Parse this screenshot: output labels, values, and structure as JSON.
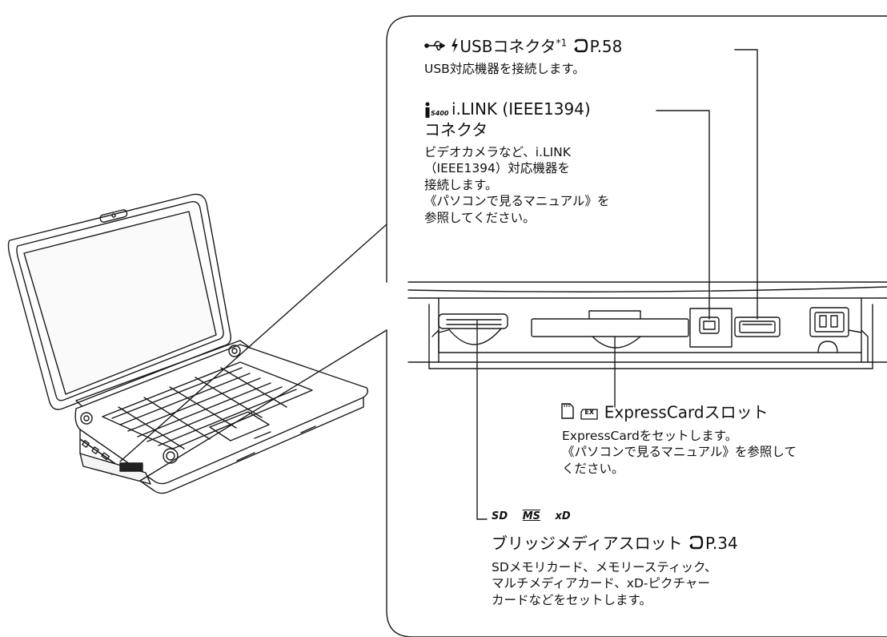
{
  "usb": {
    "title": "USBコネクタ",
    "footnote": "*1",
    "ref": "P.58",
    "description": "USB対応機器を接続します。"
  },
  "ilink": {
    "icon_text": "S400",
    "title_line1": "i.LINK (IEEE1394)",
    "title_line2": "コネクタ",
    "description_lines": [
      "ビデオカメラなど、i.LINK",
      "（IEEE1394）対応機器を",
      "接続します。",
      "《パソコンで見るマニュアル》を",
      "参照してください。"
    ]
  },
  "expresscard": {
    "icon_text": "EX",
    "title": "ExpressCardスロット",
    "description_lines": [
      "ExpressCardをセットします。",
      "《パソコンで見るマニュアル》を参照して",
      "ください。"
    ]
  },
  "bridge": {
    "media_icons": [
      "SD",
      "MS",
      "xD"
    ],
    "title": "ブリッジメディアスロット",
    "ref": "P.34",
    "description_lines": [
      "SDメモリカード、メモリースティック、",
      "マルチメディアカード、xD-ピクチャー",
      "カードなどをセットします。"
    ]
  },
  "icons": {
    "usb": "usb-icon",
    "power": "lightning-icon",
    "ref_arrow": "reference-arrow-icon",
    "ilink": "ilink-icon",
    "card": "card-slot-icon"
  }
}
